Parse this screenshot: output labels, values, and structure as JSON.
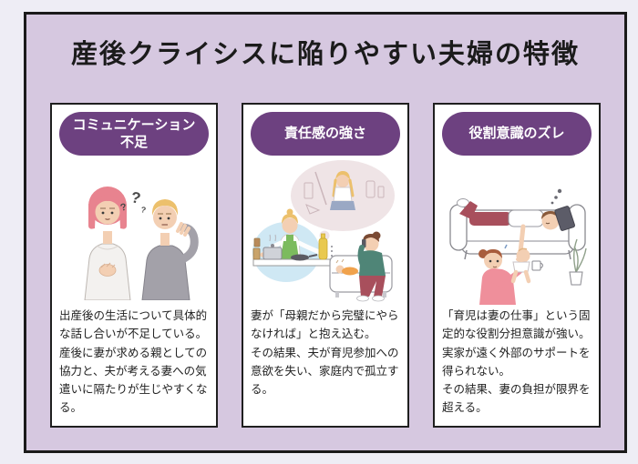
{
  "title": "産後クライシスに陥りやすい夫婦の特徴",
  "colors": {
    "outer_bg": "#EEEDF5",
    "panel_bg": "#D6C8E0",
    "panel_border": "#1A1A1A",
    "card_bg": "#FFFFFF",
    "card_border": "#1F1F1F",
    "pill_bg": "#6D4180",
    "pill_text": "#FFFFFF",
    "title_text": "#1B1B1B",
    "body_text": "#222222"
  },
  "cards": [
    {
      "header": "コミュニケーション\n不足",
      "illustration": "couple-miscommunication-question-marks",
      "body": "出産後の生活について具体的\nな話し合いが不足している。\n産後に妻が求める親としての\n協力と、夫が考える妻への気\n遣いに隔たりが生じやすくな\nる。"
    },
    {
      "header": "責任感の強さ",
      "illustration": "overwhelmed-mother-cooking-housework-baby",
      "body": "妻が「母親だから完璧にやら\nなければ」と抱え込む。\nその結果、夫が育児参加への\n意欲を失い、家庭内で孤立す\nる。"
    },
    {
      "header": "役割意識のズレ",
      "illustration": "father-sleeping-sofa-mother-holding-baby",
      "body": "「育児は妻の仕事」という固\n定的な役割分担意識が強い。\n実家が遠く外部のサポートを\n得られない。\nその結果、妻の負担が限界を\n超える。"
    }
  ]
}
